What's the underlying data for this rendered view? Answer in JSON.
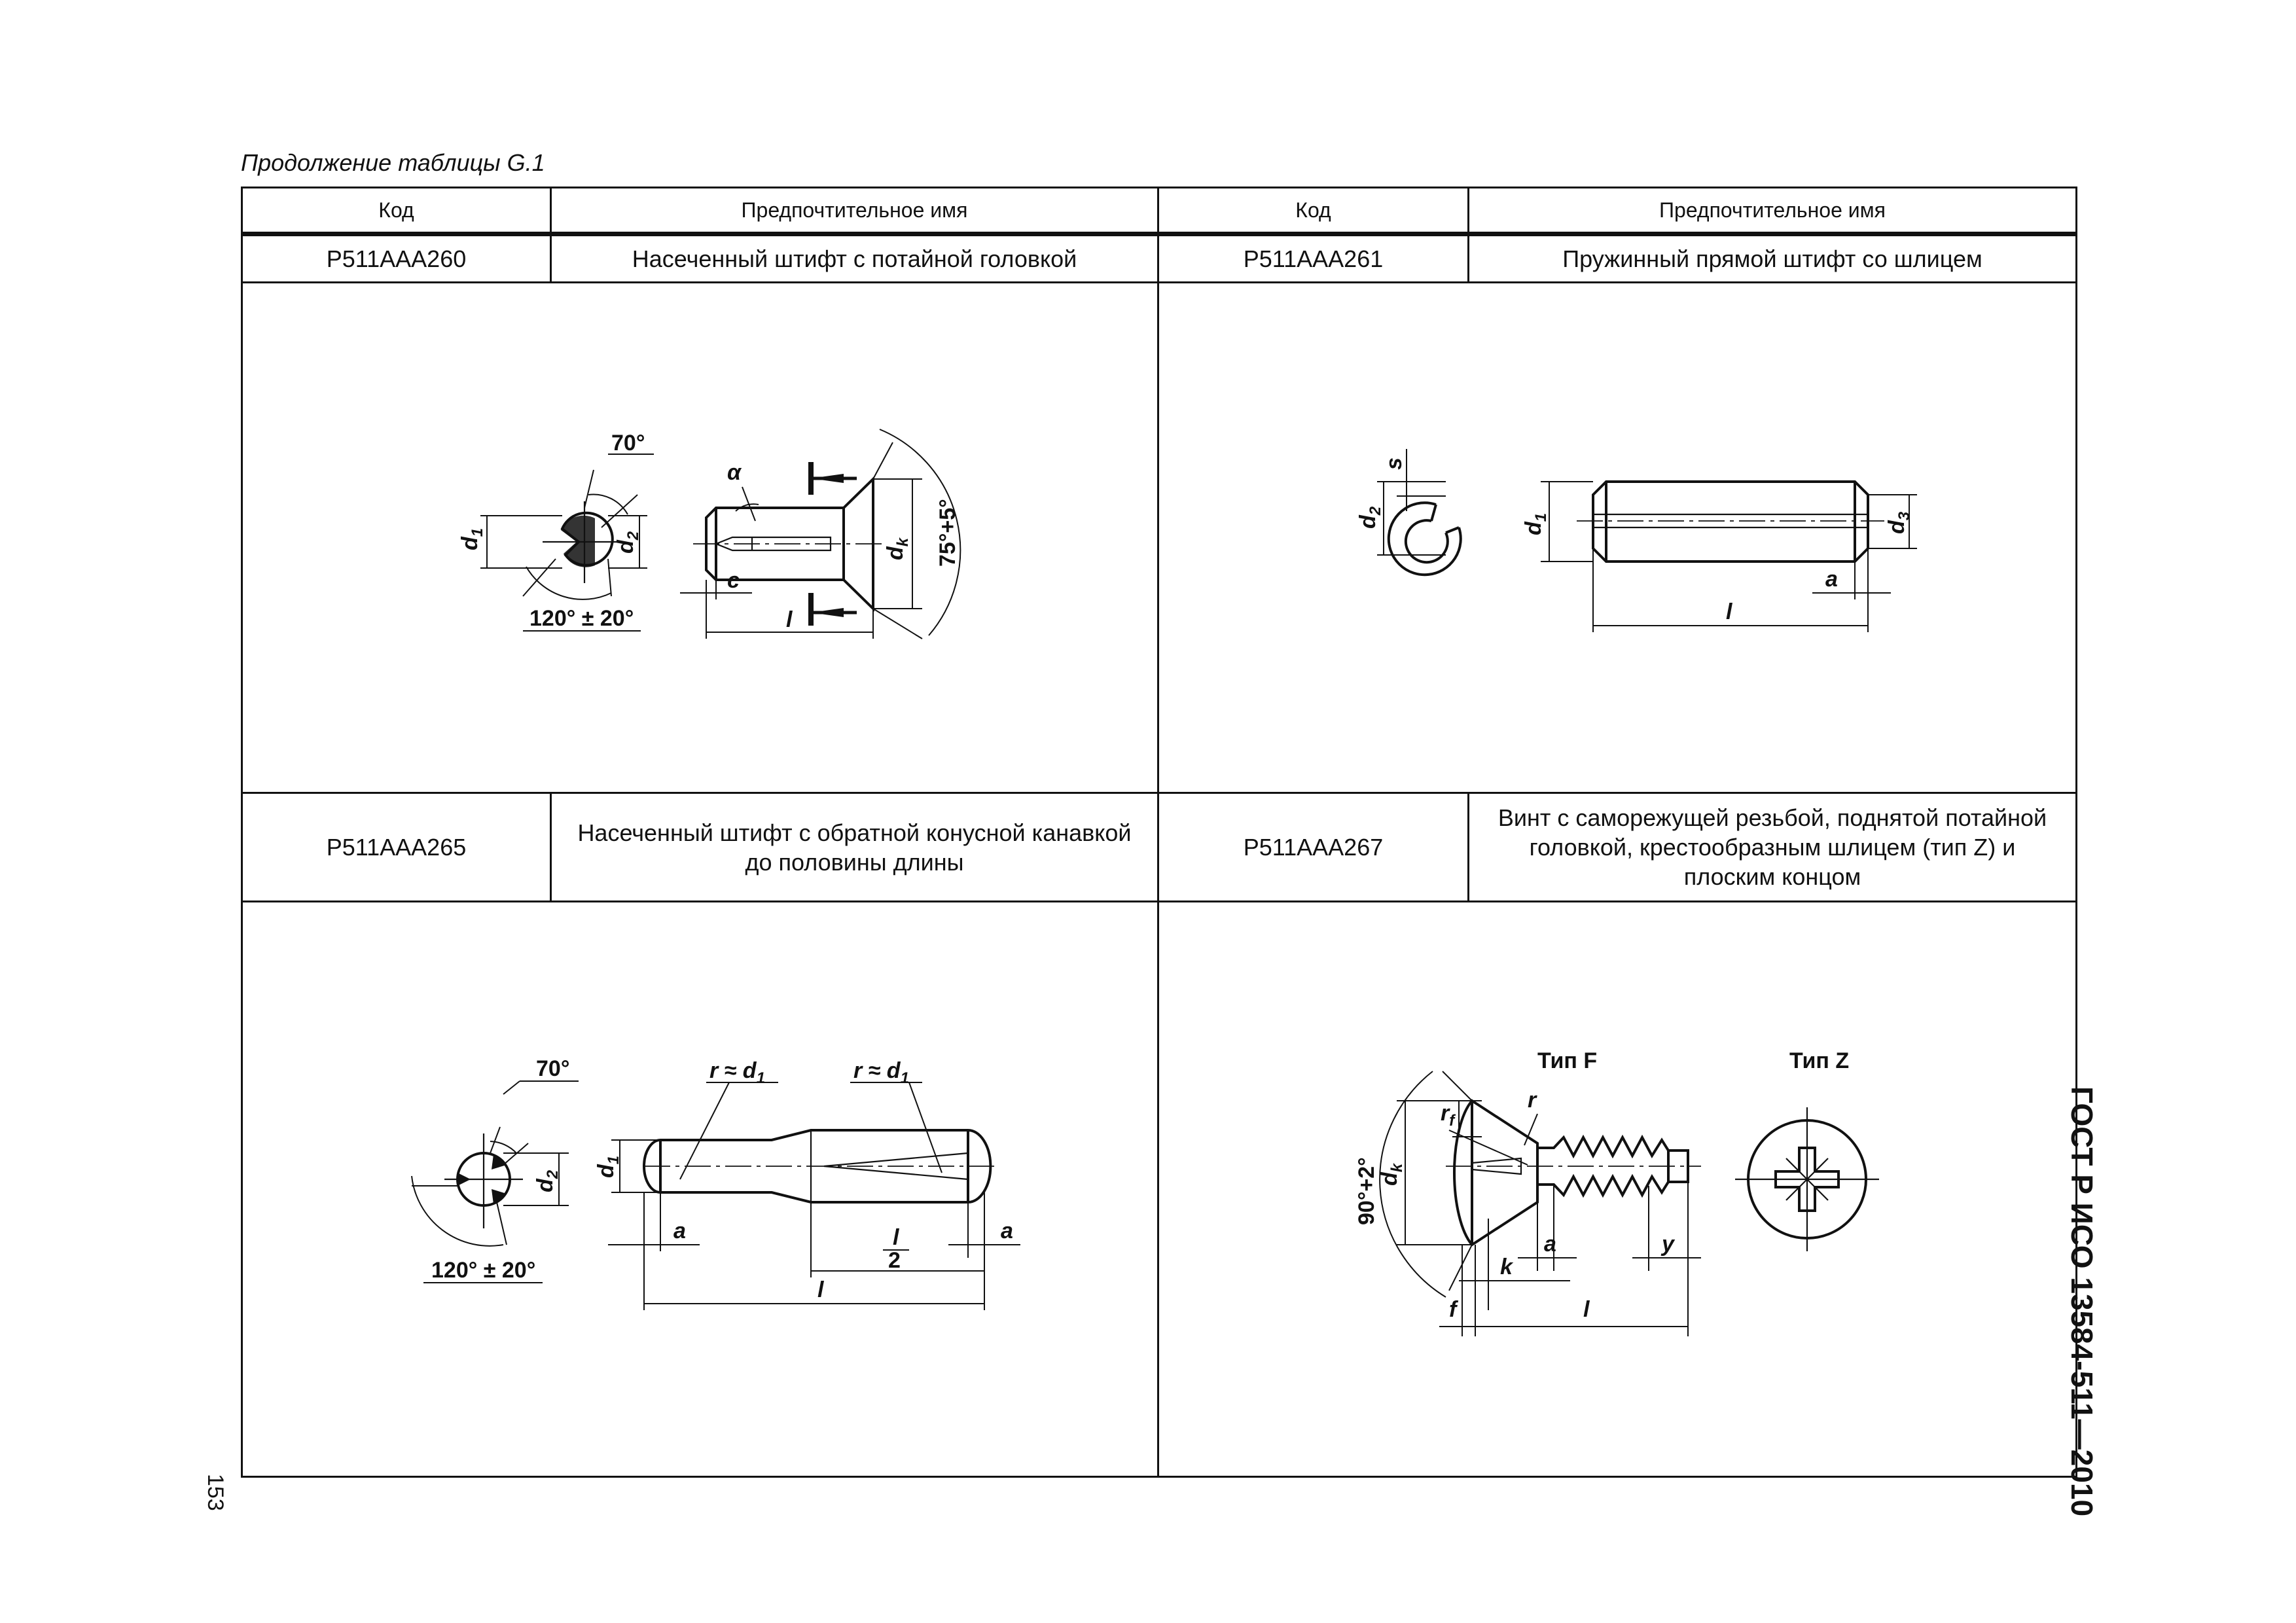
{
  "table_caption": "Продолжение таблицы G.1",
  "columns": {
    "code": "Код",
    "name": "Предпочтительное имя",
    "code2": "Код",
    "name2": "Предпочтительное имя"
  },
  "rows": [
    {
      "left": {
        "code": "P511AAA260",
        "name": "Насеченный штифт с потайной головкой"
      },
      "right": {
        "code": "P511AAA261",
        "name": "Пружинный прямой штифт со шлицем"
      }
    },
    {
      "left": {
        "code": "P511AAA265",
        "name": "Насеченный штифт с обратной конусной канавкой до половины длины"
      },
      "right": {
        "code": "P511AAA267",
        "name": "Винт с саморежущей резьбой, поднятой потайной головкой, крестообразным шлицем (тип Z) и плоским концом"
      }
    }
  ],
  "figures": {
    "fig1": {
      "angle_top": "70°",
      "angle_bottom": "120° ± 20°",
      "alpha": "α",
      "head_angle": "75°+5°",
      "d1": "d",
      "d1_sub": "1",
      "d2": "d",
      "d2_sub": "2",
      "dk": "d",
      "dk_sub": "k",
      "c": "c",
      "l": "l"
    },
    "fig2": {
      "s": "s",
      "d1": "d",
      "d1_sub": "1",
      "d2": "d",
      "d2_sub": "2",
      "d3": "d",
      "d3_sub": "3",
      "a": "a",
      "l": "l"
    },
    "fig3": {
      "angle_top": "70°",
      "angle_bottom": "120° ± 20°",
      "r_label_1": "r ≈ d",
      "r_label_1_sub": "1",
      "r_label_2": "r ≈ d",
      "r_label_2_sub": "1",
      "d1": "d",
      "d1_sub": "1",
      "d2": "d",
      "d2_sub": "2",
      "a_left": "a",
      "a_right": "a",
      "half_num": "l",
      "half_den": "2",
      "l": "l"
    },
    "fig4": {
      "type_f": "Тип F",
      "type_z": "Тип Z",
      "head_angle": "90°+2°",
      "rf": "r",
      "rf_sub": "f",
      "r": "r",
      "dk": "d",
      "dk_sub": "k",
      "a": "a",
      "k": "k",
      "f": "f",
      "y": "y",
      "l": "l"
    }
  },
  "side_title": "ГОСТ Р ИСО 13584-511—2010",
  "page_number": "153"
}
